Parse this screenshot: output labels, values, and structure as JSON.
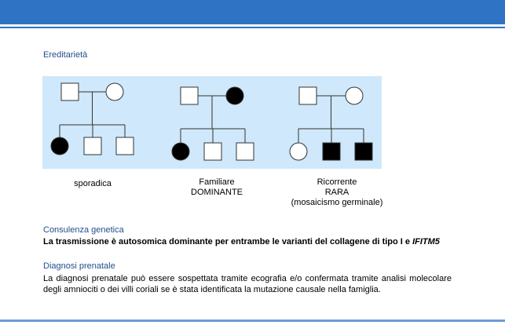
{
  "colors": {
    "header_band": "#2f74c4",
    "heading_text": "#1f4e8c",
    "panel_bg": "#cfe8fb",
    "affected": "#000000",
    "unaffected": "#ffffff"
  },
  "sections": {
    "inheritance_heading": "Ereditarietà",
    "counseling_heading": "Consulenza genetica",
    "counseling_text_main": "La trasmissione è autosomica dominante per entrambe le varianti del collagene di tipo I e ",
    "counseling_text_gene": "IFITM5",
    "prenatal_heading": "Diagnosi prenatale",
    "prenatal_text": "La diagnosi prenatale può essere sospettata tramite ecografia e/o confermata tramite analisi molecolare degli amniociti o dei villi coriali se è stata identificata la mutazione causale nella famiglia."
  },
  "pedigrees": [
    {
      "caption_lines": [
        "sporadica"
      ],
      "parents": [
        {
          "sex": "male",
          "affected": false
        },
        {
          "sex": "female",
          "affected": false
        }
      ],
      "children": [
        {
          "sex": "female",
          "affected": true
        },
        {
          "sex": "male",
          "affected": false
        },
        {
          "sex": "male",
          "affected": false
        }
      ]
    },
    {
      "caption_lines": [
        "Familiare",
        "DOMINANTE"
      ],
      "parents": [
        {
          "sex": "male",
          "affected": false
        },
        {
          "sex": "female",
          "affected": true
        }
      ],
      "children": [
        {
          "sex": "female",
          "affected": true
        },
        {
          "sex": "male",
          "affected": false
        },
        {
          "sex": "male",
          "affected": false
        }
      ]
    },
    {
      "caption_lines": [
        "Ricorrente",
        "RARA",
        "(mosaicismo germinale)"
      ],
      "parents": [
        {
          "sex": "male",
          "affected": false
        },
        {
          "sex": "female",
          "affected": false
        }
      ],
      "children": [
        {
          "sex": "female",
          "affected": false
        },
        {
          "sex": "male",
          "affected": true
        },
        {
          "sex": "male",
          "affected": true
        }
      ]
    }
  ]
}
